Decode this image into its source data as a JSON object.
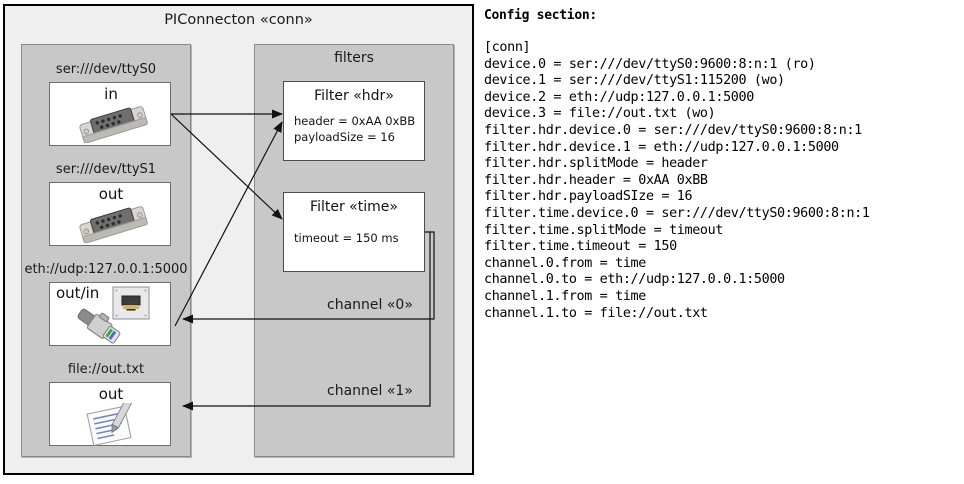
{
  "diagram": {
    "title": "PIConnecton «conn»",
    "devices_panel": {
      "groups": [
        {
          "label": "ser:///dev/ttyS0",
          "direction": "in",
          "icon": "serial-connector-icon"
        },
        {
          "label": "ser:///dev/ttyS1",
          "direction": "out",
          "icon": "serial-connector-icon"
        },
        {
          "label": "eth://udp:127.0.0.1:5000",
          "direction": "out/in",
          "icon": "ethernet-jack-icon"
        },
        {
          "label": "file://out.txt",
          "direction": "out",
          "icon": "text-file-icon"
        }
      ]
    },
    "filters_panel": {
      "title": "filters",
      "filters": [
        {
          "name": "Filter «hdr»",
          "props": [
            "header = 0xAA 0xBB",
            "payloadSize = 16"
          ]
        },
        {
          "name": "Filter «time»",
          "props": [
            "timeout = 150 ms"
          ]
        }
      ],
      "channels": [
        {
          "label": "channel «0»"
        },
        {
          "label": "channel «1»"
        }
      ]
    }
  },
  "config": {
    "heading": "Config section:",
    "lines": [
      "[conn]",
      "device.0 = ser:///dev/ttyS0:9600:8:n:1 (ro)",
      "device.1 = ser:///dev/ttyS1:115200 (wo)",
      "device.2 = eth://udp:127.0.0.1:5000",
      "device.3 = file://out.txt (wo)",
      "filter.hdr.device.0 = ser:///dev/ttyS0:9600:8:n:1",
      "filter.hdr.device.1 = eth://udp:127.0.0.1:5000",
      "filter.hdr.splitMode = header",
      "filter.hdr.header = 0xAA 0xBB",
      "filter.hdr.payloadSIze = 16",
      "filter.time.device.0 = ser:///dev/ttyS0:9600:8:n:1",
      "filter.time.splitMode = timeout",
      "filter.time.timeout = 150",
      "channel.0.from = time",
      "channel.0.to = eth://udp:127.0.0.1:5000",
      "channel.1.from = time",
      "channel.1.to = file://out.txt"
    ]
  },
  "colors": {
    "frame_bg": "#efefef",
    "panel_bg": "#c8c8c8",
    "box_bg": "#ffffff",
    "stroke": "#000000"
  }
}
